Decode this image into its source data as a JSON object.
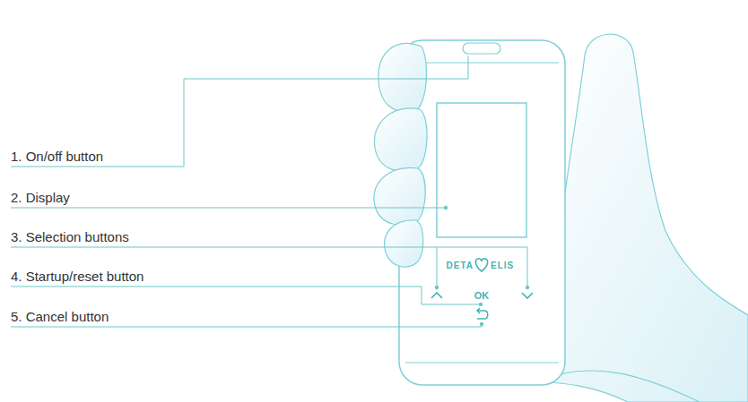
{
  "diagram": {
    "labels": [
      "1. On/off button",
      "2. Display",
      "3. Selection buttons",
      "4. Startup/reset button",
      "5. Cancel button",
      "DETA",
      "ELIS",
      "OK"
    ]
  }
}
